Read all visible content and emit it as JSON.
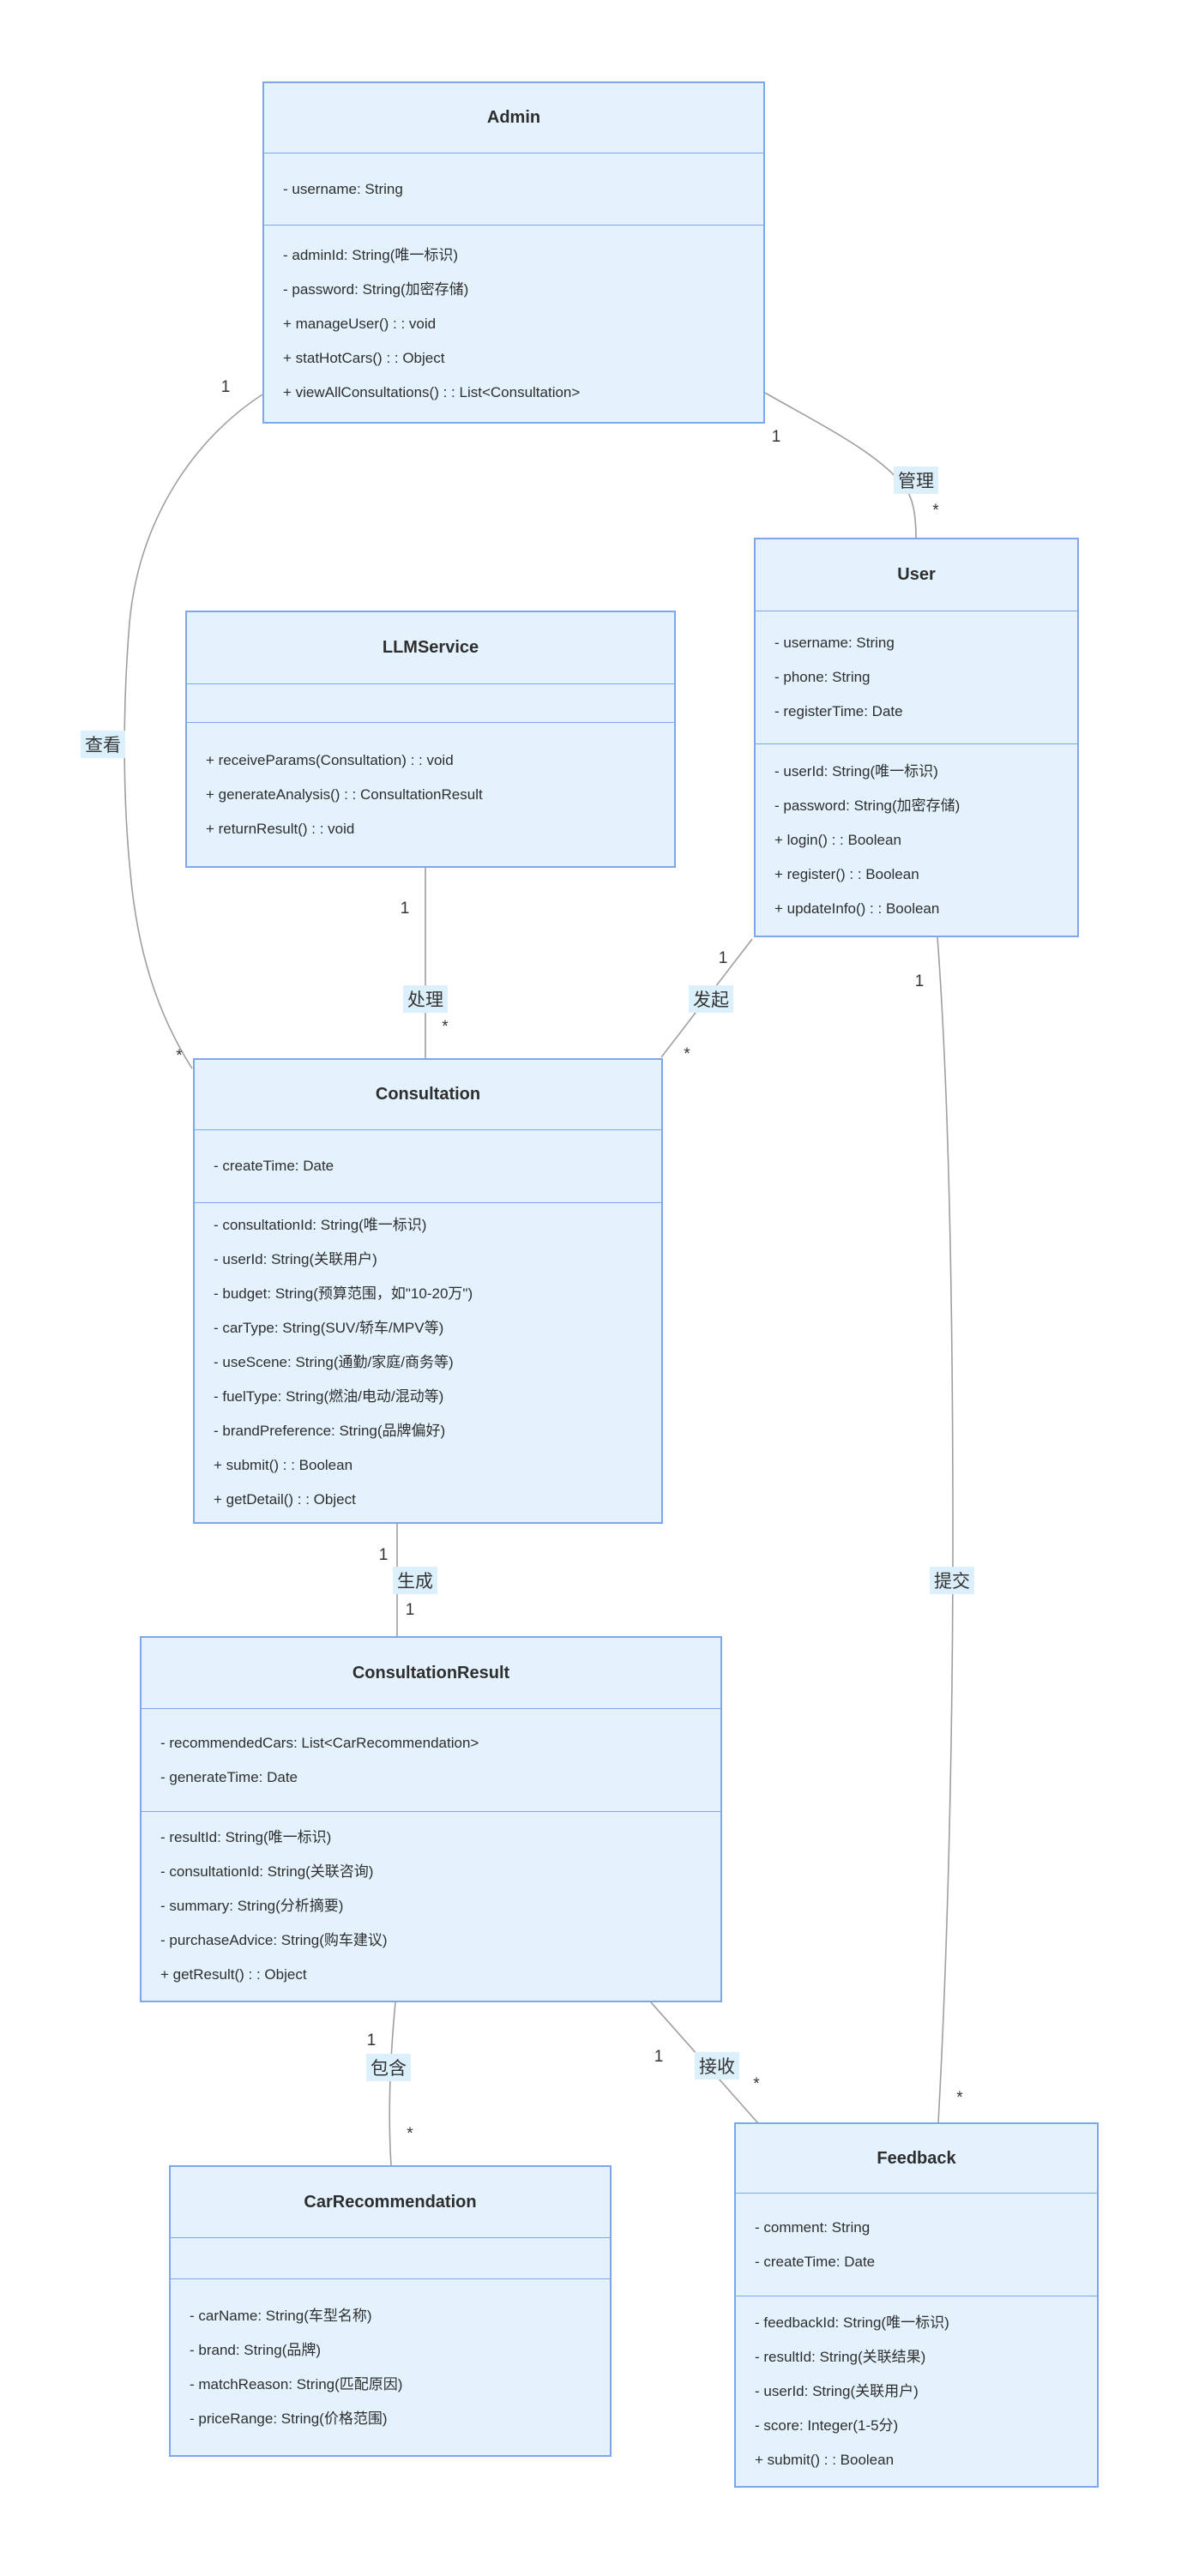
{
  "style": {
    "box_fill": "#e4f2fd",
    "box_border": "#7ca7e8",
    "edge_color": "#9f9f9f",
    "label_bg": "#dcf0fb",
    "text_color": "#2e2e2e"
  },
  "classes": [
    {
      "name": "Admin",
      "attributes": [
        "- username: String"
      ],
      "methods": [
        "- adminId: String(唯一标识)",
        "- password: String(加密存储)",
        "+ manageUser() : : void",
        "+ statHotCars() : : Object",
        "+ viewAllConsultations() : : List<Consultation>"
      ]
    },
    {
      "name": "User",
      "attributes": [
        "- username: String",
        "- phone: String",
        "- registerTime: Date"
      ],
      "methods": [
        "- userId: String(唯一标识)",
        "- password: String(加密存储)",
        "+ login() : : Boolean",
        "+ register() : : Boolean",
        "+ updateInfo() : : Boolean"
      ]
    },
    {
      "name": "LLMService",
      "attributes": [],
      "methods": [
        "+ receiveParams(Consultation) : : void",
        "+ generateAnalysis() : : ConsultationResult",
        "+ returnResult() : : void"
      ]
    },
    {
      "name": "Consultation",
      "attributes": [
        "- createTime: Date"
      ],
      "methods": [
        "- consultationId: String(唯一标识)",
        "- userId: String(关联用户)",
        "- budget: String(预算范围，如\"10-20万\")",
        "- carType: String(SUV/轿车/MPV等)",
        "- useScene: String(通勤/家庭/商务等)",
        "- fuelType: String(燃油/电动/混动等)",
        "- brandPreference: String(品牌偏好)",
        "+ submit() : : Boolean",
        "+ getDetail() : : Object"
      ]
    },
    {
      "name": "ConsultationResult",
      "attributes": [
        "- recommendedCars: List<CarRecommendation>",
        "- generateTime: Date"
      ],
      "methods": [
        "- resultId: String(唯一标识)",
        "- consultationId: String(关联咨询)",
        "- summary: String(分析摘要)",
        "- purchaseAdvice: String(购车建议)",
        "+ getResult() : : Object"
      ]
    },
    {
      "name": "CarRecommendation",
      "attributes": [],
      "methods": [
        "- carName: String(车型名称)",
        "- brand: String(品牌)",
        "- matchReason: String(匹配原因)",
        "- priceRange: String(价格范围)"
      ]
    },
    {
      "name": "Feedback",
      "attributes": [
        "- comment: String",
        "- createTime: Date"
      ],
      "methods": [
        "- feedbackId: String(唯一标识)",
        "- resultId: String(关联结果)",
        "- userId: String(关联用户)",
        "- score: Integer(1-5分)",
        "+ submit() : : Boolean"
      ]
    }
  ],
  "relations": [
    {
      "name": "manage",
      "label": "管理",
      "from": "Admin",
      "to": "User",
      "from_mult": "1",
      "to_mult": "*"
    },
    {
      "name": "view",
      "label": "查看",
      "from": "Admin",
      "to": "Consultation",
      "from_mult": "1",
      "to_mult": "*"
    },
    {
      "name": "process",
      "label": "处理",
      "from": "LLMService",
      "to": "Consultation",
      "from_mult": "1",
      "to_mult": "*"
    },
    {
      "name": "initiate",
      "label": "发起",
      "from": "User",
      "to": "Consultation",
      "from_mult": "1",
      "to_mult": "*"
    },
    {
      "name": "generate",
      "label": "生成",
      "from": "Consultation",
      "to": "ConsultationResult",
      "from_mult": "1",
      "to_mult": "1"
    },
    {
      "name": "submit",
      "label": "提交",
      "from": "User",
      "to": "Feedback",
      "from_mult": "1",
      "to_mult": "*"
    },
    {
      "name": "contain",
      "label": "包含",
      "from": "ConsultationResult",
      "to": "CarRecommendation",
      "from_mult": "1",
      "to_mult": "*"
    },
    {
      "name": "receive",
      "label": "接收",
      "from": "ConsultationResult",
      "to": "Feedback",
      "from_mult": "1",
      "to_mult": "*"
    }
  ]
}
